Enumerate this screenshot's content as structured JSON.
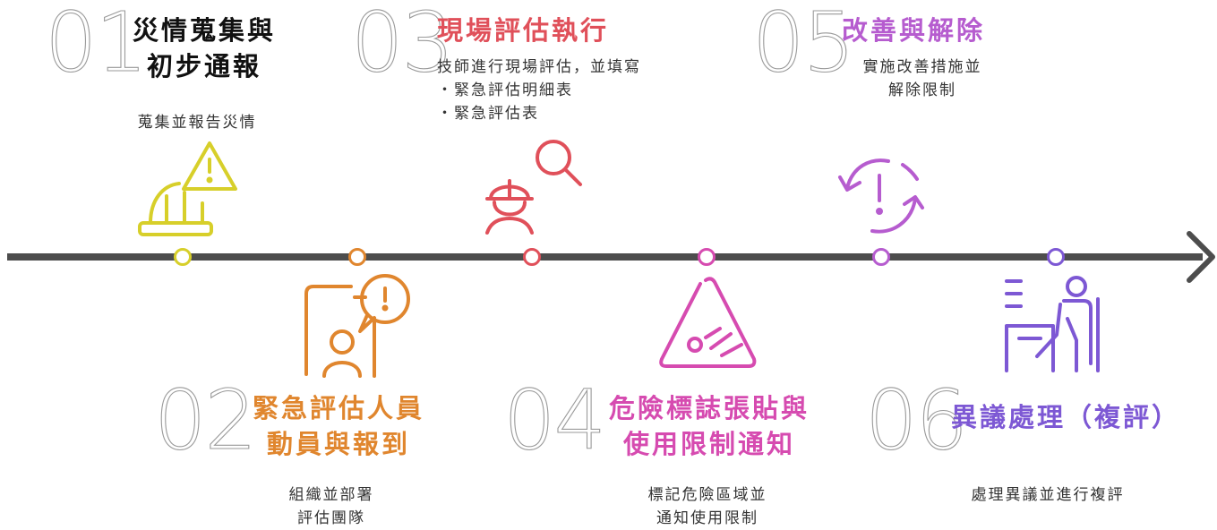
{
  "colors": {
    "timeline": "#4d4d4d",
    "step1": "#d7cf2a",
    "step2": "#e0862e",
    "step3": "#e0505a",
    "step4": "#d64bb0",
    "step5": "#b65ccf",
    "step6": "#7d58d4"
  },
  "steps": [
    {
      "number": "01",
      "title_line1": "災情蒐集與",
      "title_line2": "初步通報",
      "desc_line1": "蒐集並報告災情",
      "icon": "helmet-warning-icon"
    },
    {
      "number": "02",
      "title_line1": "緊急評估人員",
      "title_line2": "動員與報到",
      "desc_line1": "組織並部署",
      "desc_line2": "評估團隊",
      "icon": "person-phone-alert-icon"
    },
    {
      "number": "03",
      "title": "現場評估執行",
      "desc_line1": "技師進行現場評估，並填寫",
      "items": [
        "緊急評估明細表",
        "緊急評估表"
      ],
      "icon": "engineer-search-icon"
    },
    {
      "number": "04",
      "title_line1": "危險標誌張貼與",
      "title_line2": "使用限制通知",
      "desc_line1": "標記危險區域並",
      "desc_line2": "通知使用限制",
      "icon": "danger-triangle-icon"
    },
    {
      "number": "05",
      "title": "改善與解除",
      "desc_line1": "實施改善措施並",
      "desc_line2": "解除限制",
      "icon": "cycle-alert-icon"
    },
    {
      "number": "06",
      "title": "異議處理（複評）",
      "desc_line1": "處理異議並進行複評",
      "icon": "desk-worker-icon"
    }
  ]
}
